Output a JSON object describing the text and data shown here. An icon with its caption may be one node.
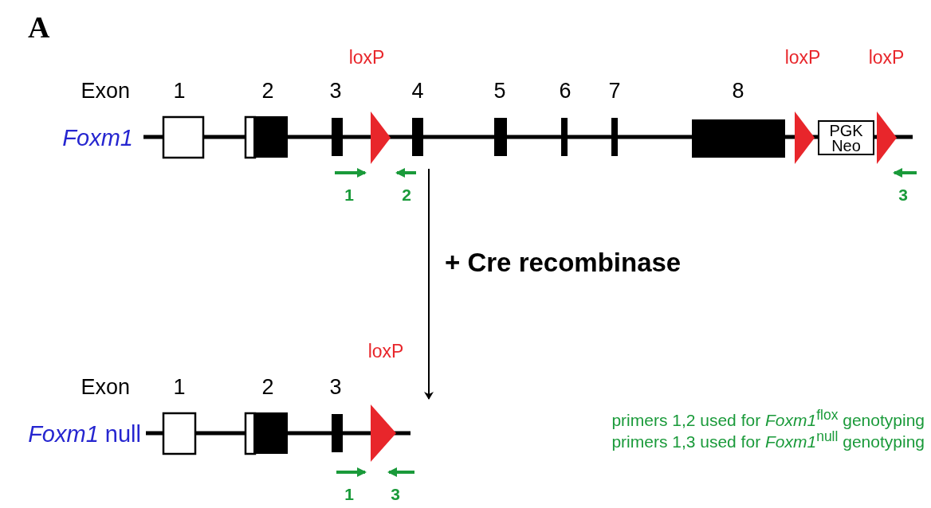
{
  "diagram": {
    "nodes": [
      {
        "text": [
          "Foxm1"
        ]
      },
      {
        "text": [
          "PGK Neo"
        ],
        "in": 0
      },
      {
        "text": [
          "*Foxm1* null"
        ]
      }
    ],
    "edges": [
      {
        "from": 0,
        "to": 2,
        "arrow": "to",
        "label": "+ Cre recombinase"
      }
    ],
    "labels": [
      "A",
      "loxP",
      "loxP",
      "loxP",
      "Exon",
      "1",
      "2",
      "3",
      "4",
      "5",
      "6",
      "7",
      "8",
      "1",
      "2",
      "3",
      "loxP",
      "Exon",
      "1",
      "2",
      "3",
      "primers 1,2 used for *Foxm1*$^{flox}$ genotyping",
      "primers 1,3 used for *Foxm1*$^{null}$ genotyping",
      "1",
      "3"
    ]
  }
}
